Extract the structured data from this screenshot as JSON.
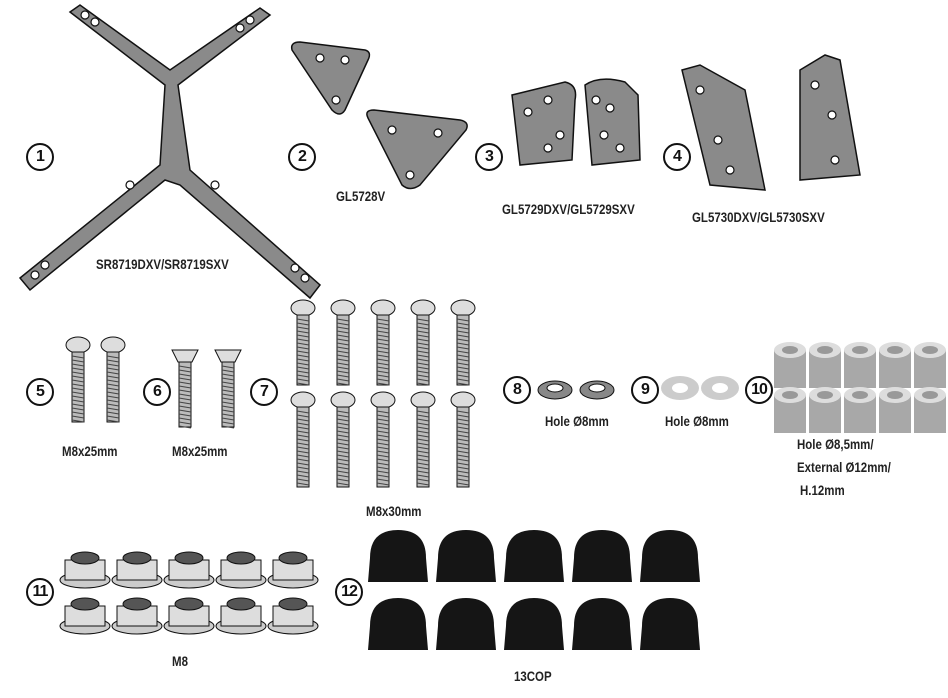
{
  "colors": {
    "metal": "#8a8a8a",
    "metal_light": "#c8c8c8",
    "metal_dark": "#555555",
    "cap": "#151515",
    "outline": "#111111"
  },
  "parts": [
    {
      "number": "1",
      "label": "SR8719DXV/SR8719SXV"
    },
    {
      "number": "2",
      "label": "GL5728V"
    },
    {
      "number": "3",
      "label": "GL5729DXV/GL5729SXV"
    },
    {
      "number": "4",
      "label": "GL5730DXV/GL5730SXV"
    },
    {
      "number": "5",
      "label": "M8x25mm"
    },
    {
      "number": "6",
      "label": "M8x25mm"
    },
    {
      "number": "7",
      "label": "M8x30mm"
    },
    {
      "number": "8",
      "label": "Hole Ø8mm"
    },
    {
      "number": "9",
      "label": "Hole Ø8mm"
    },
    {
      "number": "10",
      "label_lines": [
        "Hole Ø8,5mm/",
        "External Ø12mm/",
        "H.12mm"
      ]
    },
    {
      "number": "11",
      "label": "M8"
    },
    {
      "number": "12",
      "label": "13COP"
    }
  ]
}
